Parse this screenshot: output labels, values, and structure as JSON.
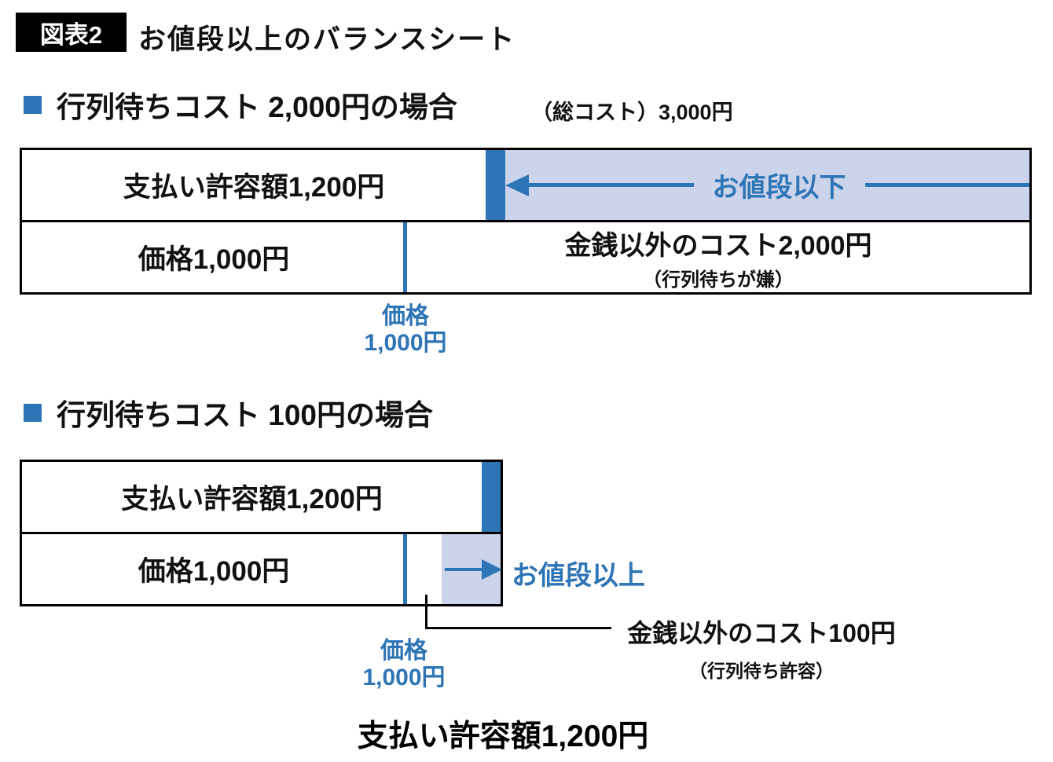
{
  "colors": {
    "accent_blue": "#2E75B6",
    "light_blue_fill": "#CBD4EB",
    "badge_bg": "#000000",
    "border_black": "#000000"
  },
  "title": {
    "badge": "図表2",
    "text": "お値段以上のバランスシート"
  },
  "section1": {
    "heading": "行列待ちコスト 2,000円の場合",
    "total_cost": "（総コスト）3,000円",
    "top_bar_label": "支払い許容額1,200円",
    "region_label": "お値段以下",
    "bottom_bar_label": "価格1,000円",
    "cost_label": "金銭以外のコスト2,000円",
    "cost_note": "（行列待ちが嫌）",
    "price_tick_line1": "価格",
    "price_tick_line2": "1,000円"
  },
  "section2": {
    "heading": "行列待ちコスト 100円の場合",
    "top_bar_label": "支払い許容額1,200円",
    "bottom_bar_label": "価格1,000円",
    "region_label": "お値段以上",
    "callout_label": "金銭以外のコスト100円",
    "callout_note": "（行列待ち許容）",
    "price_tick_line1": "価格",
    "price_tick_line2": "1,000円"
  },
  "footer_label": "支払い許容額1,200円",
  "values": {
    "payment_tolerance_yen": 1200,
    "price_yen": 1000,
    "case1_queue_cost_yen": 2000,
    "case1_total_cost_yen": 3000,
    "case2_queue_cost_yen": 100
  }
}
